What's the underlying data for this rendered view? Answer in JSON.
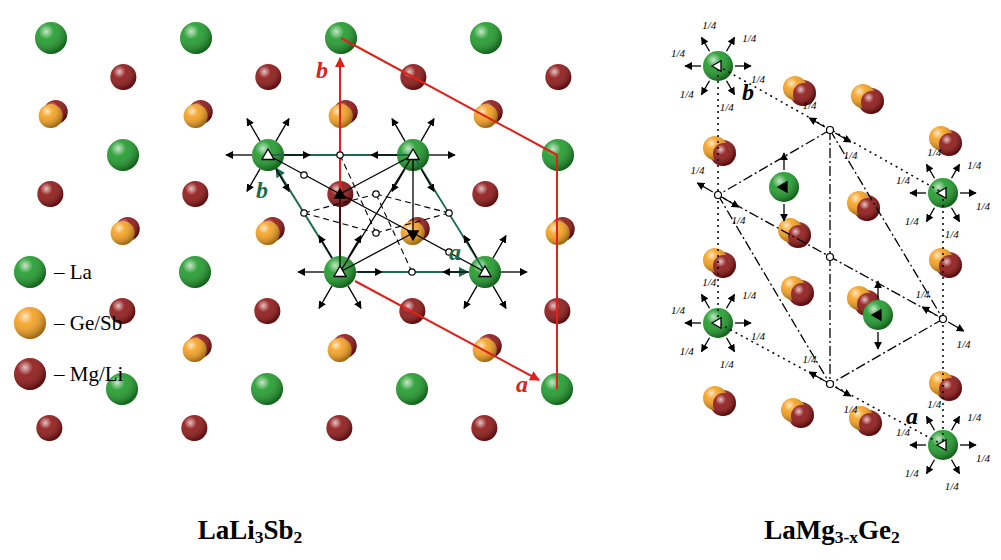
{
  "diagram": {
    "labels": [
      "b",
      "a",
      "b",
      "a",
      "b",
      "a",
      "LaLi3Sb2",
      "LaMg3-xGe2",
      "1/4",
      "1/4",
      "1/4",
      "1/4",
      "1/4",
      "1/4",
      "1/4",
      "1/4",
      "1/4",
      "1/4",
      "1/4",
      "1/4",
      "1/4",
      "1/4",
      "1/4",
      "1/4",
      "1/4",
      "1/4",
      "1/4",
      "1/4",
      "1/4",
      "1/4",
      "1/4",
      "1/4",
      "1/4",
      "1/4",
      "1/4",
      "1/4",
      "1/4",
      "1/4",
      "1/4",
      "1/4"
    ],
    "legend": [
      {
        "text": "– La",
        "color": "#1e9a2a"
      },
      {
        "text": "– Ge/Sb",
        "color": "#f5a01e"
      },
      {
        "text": "– Mg/Li",
        "color": "#8e1414"
      }
    ]
  }
}
